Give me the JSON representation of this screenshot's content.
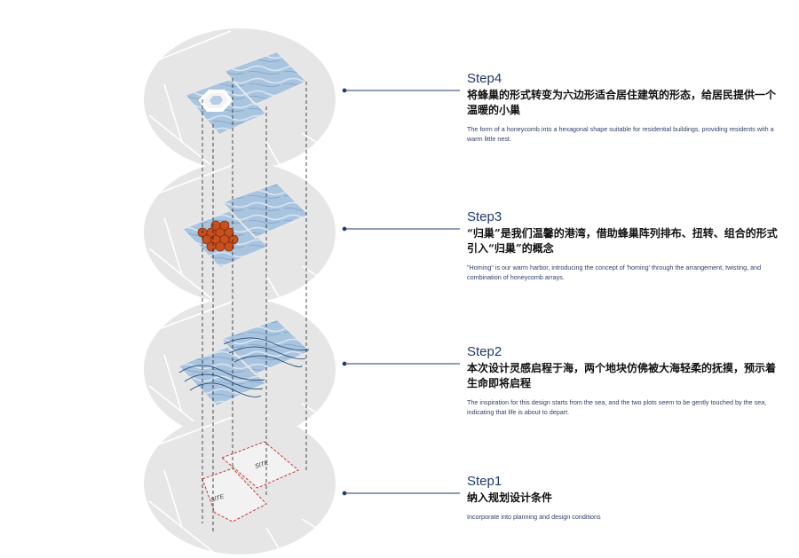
{
  "steps": [
    {
      "title": "Step4",
      "cn": "将蜂巢的形式转变为六边形适合居住建筑的形态，给居民提供一个温暖的小巢",
      "en": "The form of a honeycomb into a hexagonal shape suitable for residential buildings, providing residents with a warm little nest."
    },
    {
      "title": "Step3",
      "cn": "“归巢”是我们温馨的港湾，借助蜂巢阵列排布、扭转、组合的形式引入“归巢”的概念",
      "en": "\"Homing\" is our warm harbor, introducing the concept of 'homing' through the arrangement, twisting, and combination of honeycomb arrays."
    },
    {
      "title": "Step2",
      "cn": "本次设计灵感启程于海，两个地块仿佛被大海轻柔的抚摸，预示着生命即将启程",
      "en": "The inspiration for this design starts from the sea, and the two plots seem to be gently touched by the sea, indicating that life is about to depart."
    },
    {
      "title": "Step1",
      "cn": "纳入规划设计条件",
      "en": "Incorporate into planning and design conditions"
    }
  ],
  "site_labels": [
    "SITE",
    "SITE"
  ],
  "colors": {
    "accent": "#1f3a6e",
    "disc": "#e6e6e6",
    "water": "#a9c4de",
    "honeycomb": "#c8501e",
    "site_outline": "#c0392b"
  }
}
